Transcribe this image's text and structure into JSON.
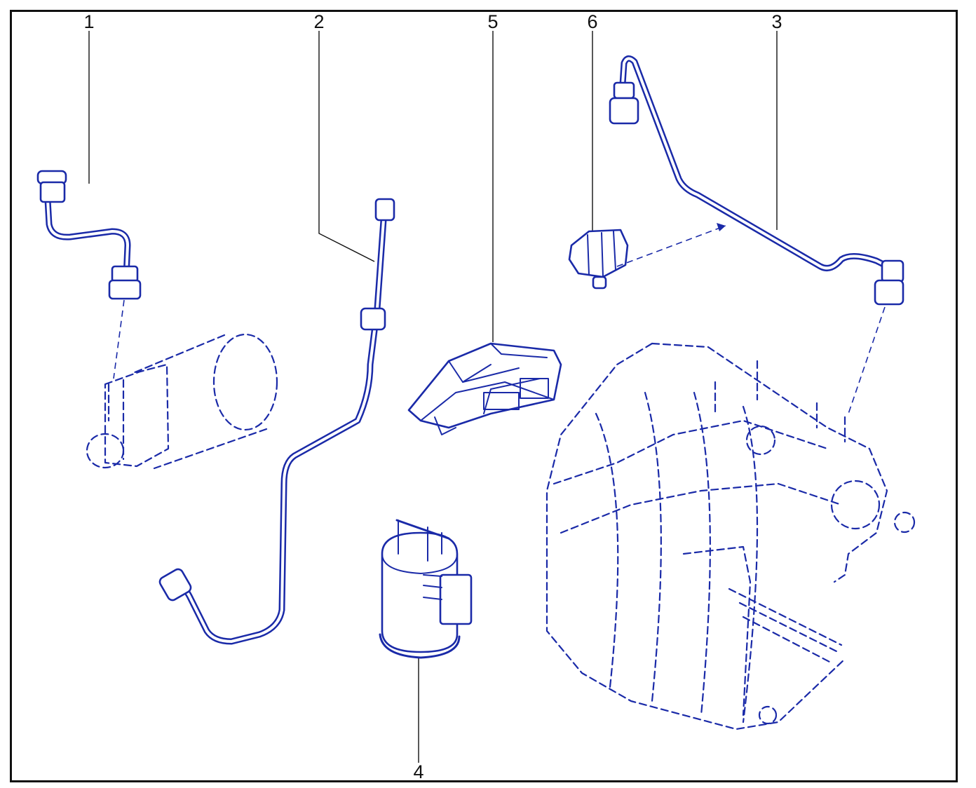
{
  "diagram": {
    "callouts": [
      "1",
      "2",
      "3",
      "4",
      "5",
      "6"
    ],
    "line_color": "#1a2aa8",
    "frame_color": "#111111"
  }
}
